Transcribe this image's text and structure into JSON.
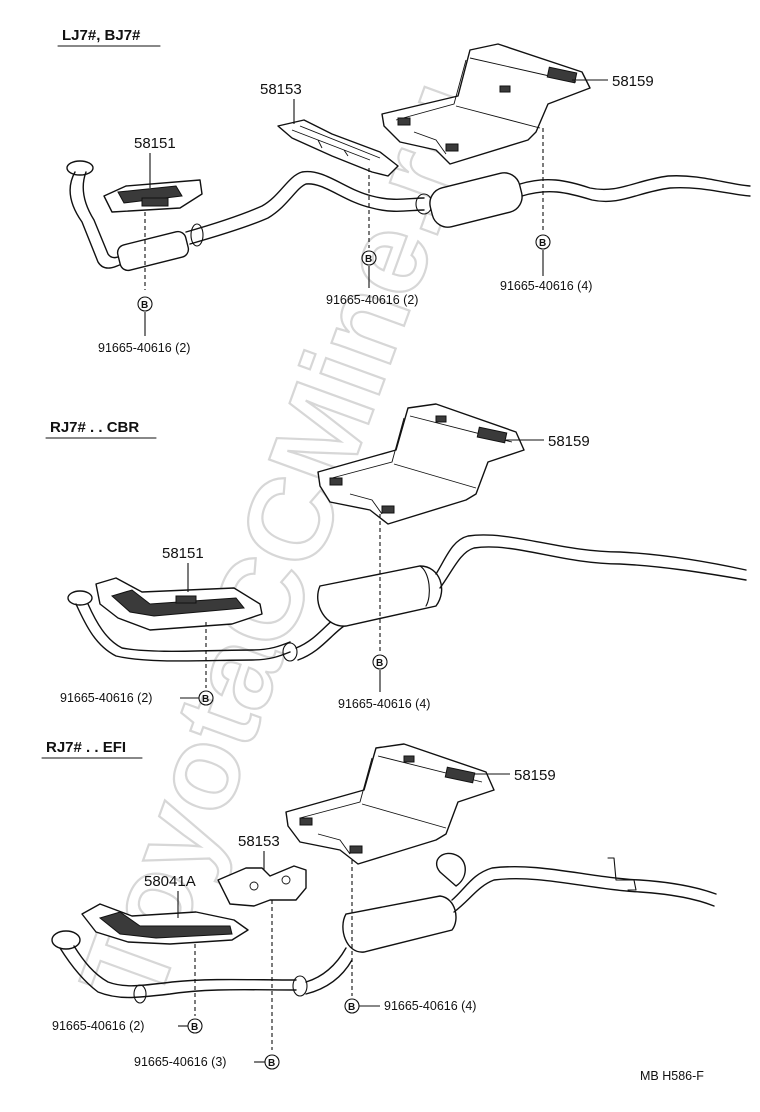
{
  "watermark": "ToyotaCCMine.ru",
  "sections": [
    {
      "title": "LJ7#, BJ7#",
      "parts": {
        "p58151": "58151",
        "p58153": "58153",
        "p58159": "58159"
      },
      "bolt_symbol": "B",
      "bolts": [
        {
          "code": "91665-40616 (2)"
        },
        {
          "code": "91665-40616 (2)"
        },
        {
          "code": "91665-40616 (4)"
        }
      ]
    },
    {
      "title": "RJ7# . . CBR",
      "parts": {
        "p58151": "58151",
        "p58159": "58159"
      },
      "bolt_symbol": "B",
      "bolts": [
        {
          "code": "91665-40616 (2)"
        },
        {
          "code": "91665-40616 (4)"
        }
      ]
    },
    {
      "title": "RJ7# . . EFI",
      "parts": {
        "p58041A": "58041A",
        "p58153": "58153",
        "p58159": "58159"
      },
      "bolt_symbol": "B",
      "bolts": [
        {
          "code": "91665-40616 (2)"
        },
        {
          "code": "91665-40616 (3)"
        },
        {
          "code": "91665-40616 (4)"
        }
      ]
    }
  ],
  "footer_code": "MB  H586-F"
}
